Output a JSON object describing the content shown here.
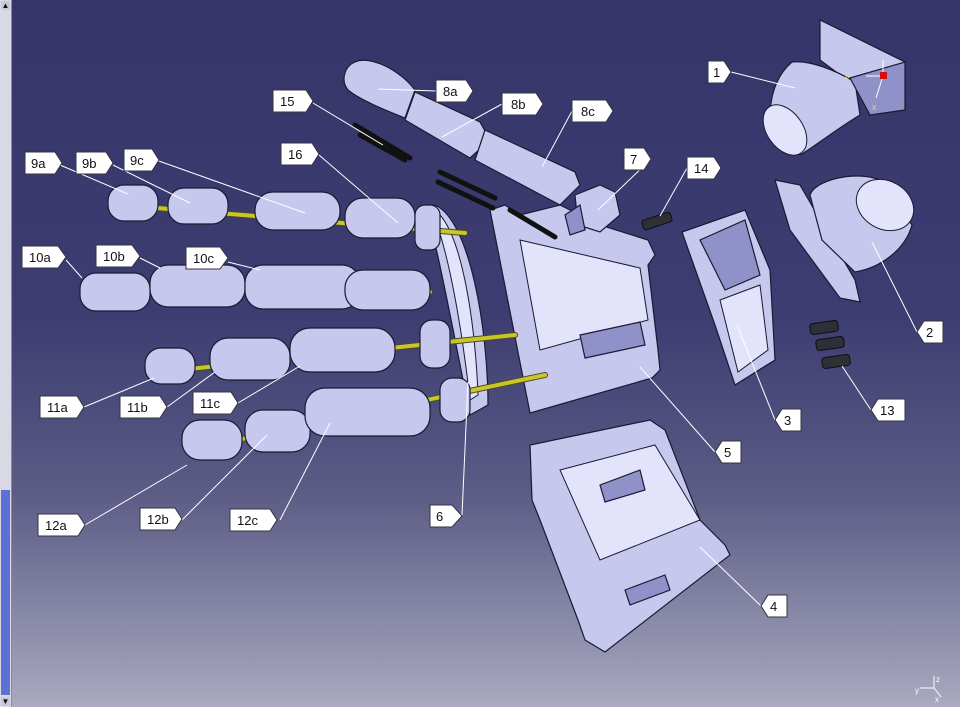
{
  "viewer": {
    "background_top": "#35356a",
    "background_bottom": "#a9a9c0",
    "scroll_up_icon": "triangle-up",
    "scroll_down_icon": "triangle-down",
    "compass": {
      "axis_z": "z",
      "axis_x": "x",
      "axis_y": "y"
    }
  },
  "callouts": {
    "c1": "1",
    "c2": "2",
    "c3": "3",
    "c4": "4",
    "c5": "5",
    "c6": "6",
    "c7": "7",
    "c8a": "8a",
    "c8b": "8b",
    "c8c": "8c",
    "c9a": "9a",
    "c9b": "9b",
    "c9c": "9c",
    "c10a": "10a",
    "c10b": "10b",
    "c10c": "10c",
    "c11a": "11a",
    "c11b": "11b",
    "c11c": "11c",
    "c12a": "12a",
    "c12b": "12b",
    "c12c": "12c",
    "c13": "13",
    "c14": "14",
    "c15": "15",
    "c16": "16"
  },
  "colors": {
    "part": "#c6c8ee",
    "rod": "#c9c62a",
    "callout_fill": "#ffffff",
    "leader": "#ffffff"
  }
}
